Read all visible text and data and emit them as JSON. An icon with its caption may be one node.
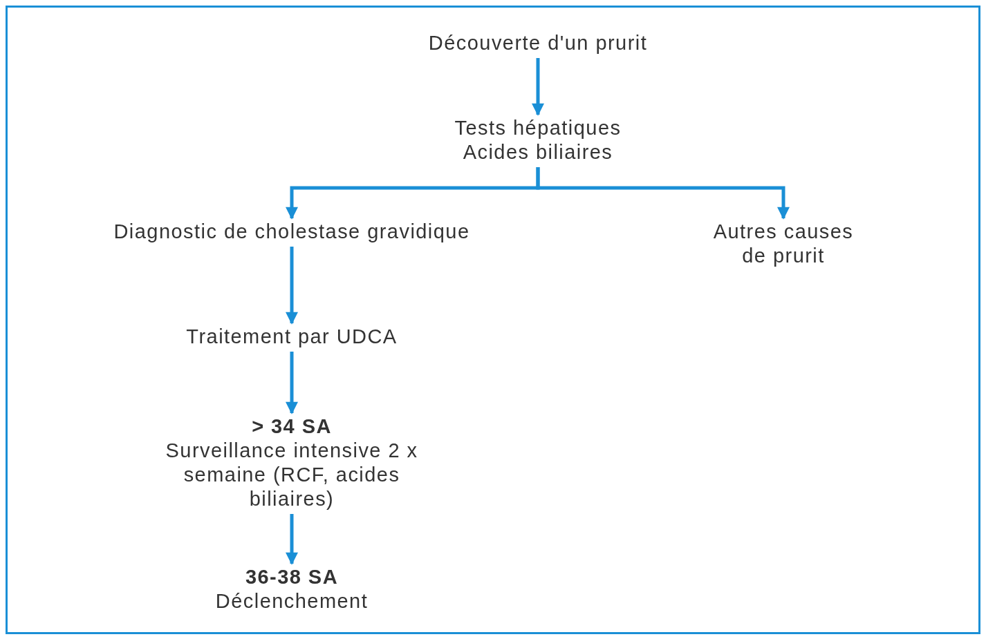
{
  "diagram": {
    "nodes": [
      {
        "text": [
          "Découverte d'un prurit"
        ]
      },
      {
        "text": [
          "Tests hépatiques Acides biliaires"
        ]
      },
      {
        "text": [
          "Diagnostic de cholestase gravidique"
        ]
      },
      {
        "text": [
          "Autres causes de prurit"
        ]
      },
      {
        "text": [
          "Traitement par UDCA"
        ]
      },
      {
        "text": [
          "> 34 SA",
          "Surveillance intensive 2 x semaine (RCF, acides biliaires)"
        ]
      },
      {
        "text": [
          "36-38 SA",
          "Déclenchement"
        ]
      }
    ],
    "edges": [
      {
        "from": 0,
        "to": 1,
        "arrow": "to"
      },
      {
        "from": 1,
        "to": 2,
        "arrow": "to"
      },
      {
        "from": 1,
        "to": 3,
        "arrow": "to"
      },
      {
        "from": 2,
        "to": 4,
        "arrow": "to"
      },
      {
        "from": 4,
        "to": 5,
        "arrow": "to"
      },
      {
        "from": 5,
        "to": 6,
        "arrow": "to"
      }
    ]
  }
}
